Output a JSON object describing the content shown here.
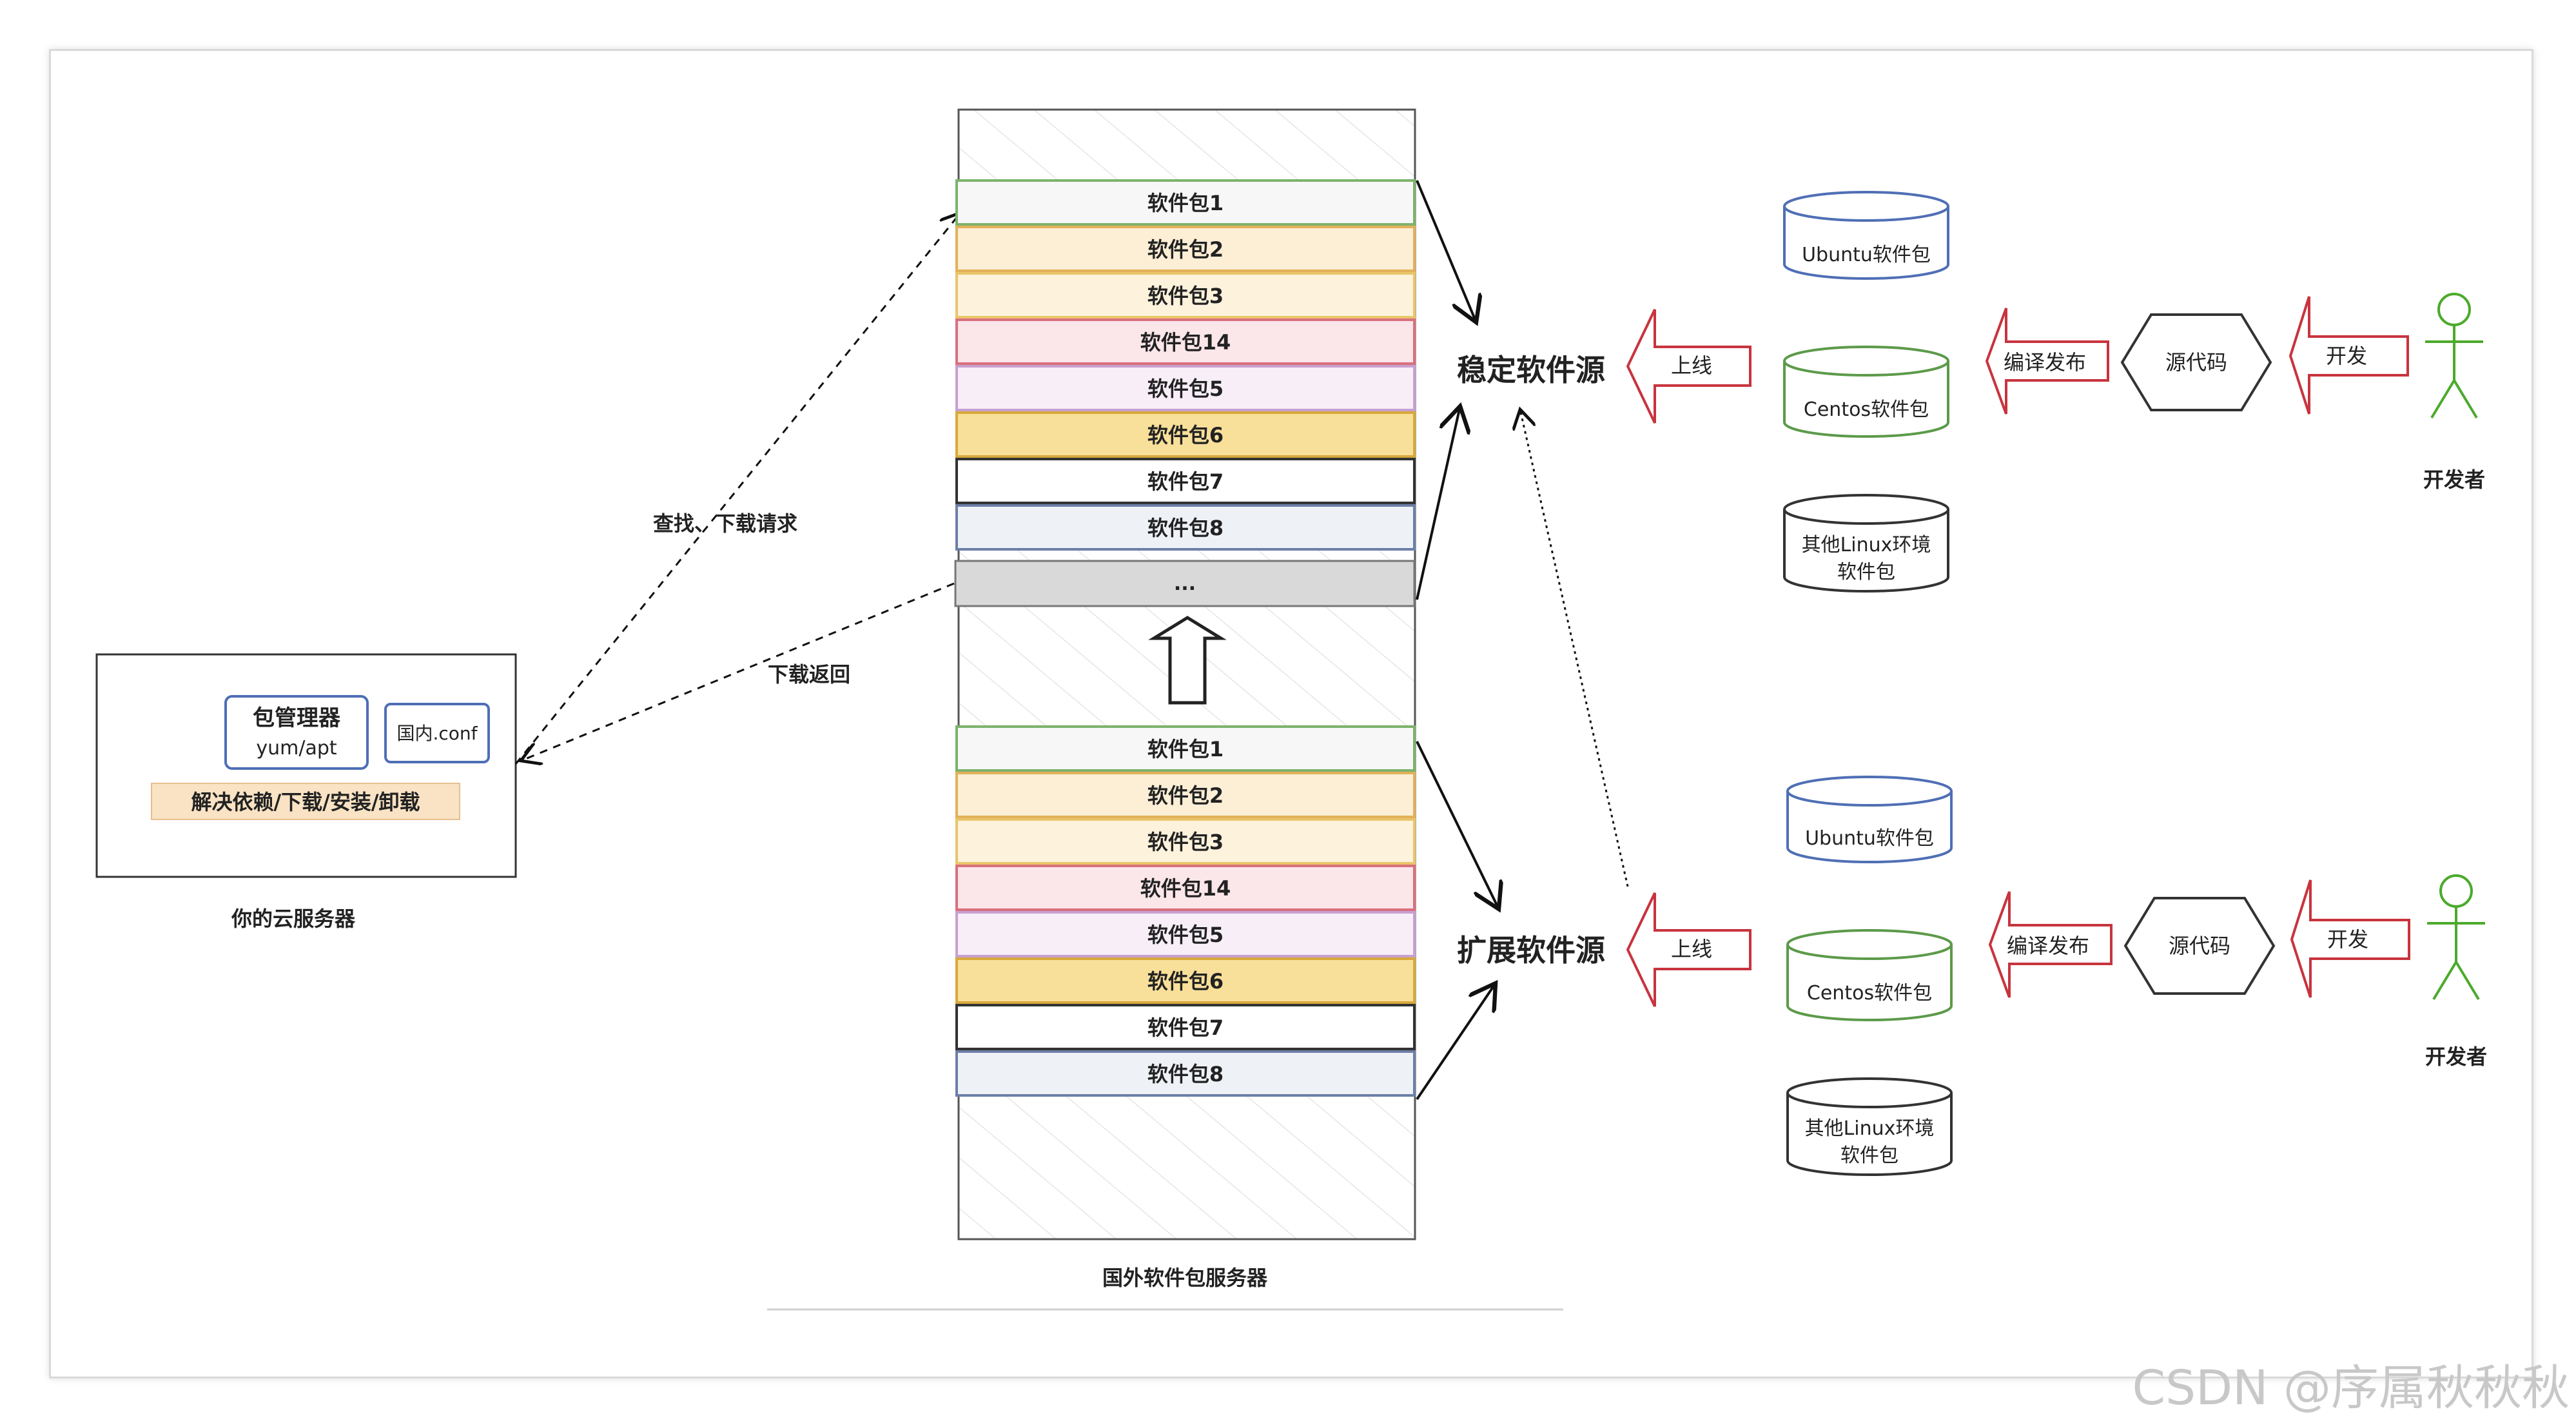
{
  "cloud_server": {
    "package_manager": "包管理器",
    "package_manager_sub": "yum/apt",
    "mirror_conf": "国内.conf",
    "functions": "解决依赖/下载/安装/卸载",
    "caption": "你的云服务器"
  },
  "flows": {
    "request": "查找、下载请求",
    "response": "下载返回"
  },
  "repo_server": {
    "stable_packages": [
      "软件包1",
      "软件包2",
      "软件包3",
      "软件包14",
      "软件包5",
      "软件包6",
      "软件包7",
      "软件包8"
    ],
    "ellipsis": "...",
    "extended_packages": [
      "软件包1",
      "软件包2",
      "软件包3",
      "软件包14",
      "软件包5",
      "软件包6",
      "软件包7",
      "软件包8"
    ],
    "caption": "国外软件包服务器",
    "package_colors": [
      "#7cb36b",
      "#e3b15a",
      "#e9c56a",
      "#d9707d",
      "#c8a0d0",
      "#d8a93b",
      "#333333",
      "#6d7fa8"
    ]
  },
  "sources": {
    "stable": "稳定软件源",
    "extended": "扩展软件源"
  },
  "pipelines": [
    {
      "upload": "上线",
      "packages": [
        "Ubuntu软件包",
        "Centos软件包",
        "其他Linux环境",
        "软件包"
      ],
      "publish": "编译发布",
      "source_code": "源代码",
      "develop": "开发",
      "developer": "开发者"
    },
    {
      "upload": "上线",
      "packages": [
        "Ubuntu软件包",
        "Centos软件包",
        "其他Linux环境",
        "软件包"
      ],
      "publish": "编译发布",
      "source_code": "源代码",
      "develop": "开发",
      "developer": "开发者"
    }
  ],
  "watermark": "CSDN @序属秋秋秋",
  "colors": {
    "arrow_red": "#c8343e",
    "ubuntu_blue": "#4f6fb5",
    "centos_green": "#5c9a4a",
    "developer_green": "#4caa2c"
  }
}
